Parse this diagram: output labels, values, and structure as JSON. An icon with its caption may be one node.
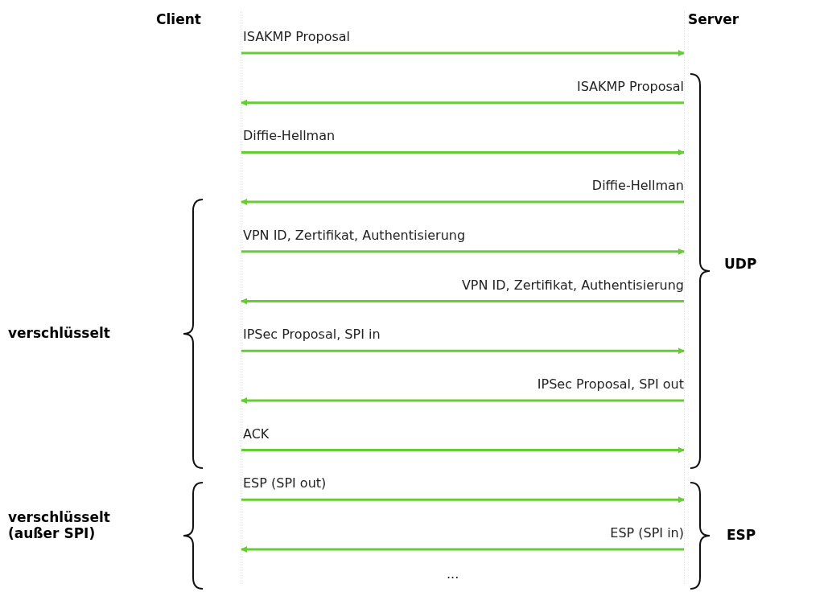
{
  "diagram": {
    "nodes": [
      {
        "text": [
          "Client"
        ]
      },
      {
        "text": [
          "Server"
        ]
      }
    ],
    "edges": [
      {
        "from": 0,
        "to": 1,
        "arrow": "to",
        "label": "ISAKMP Proposal"
      },
      {
        "from": 1,
        "to": 0,
        "arrow": "to",
        "label": "ISAKMP Proposal"
      },
      {
        "from": 0,
        "to": 1,
        "arrow": "to",
        "label": "Diffie-Hellman"
      },
      {
        "from": 1,
        "to": 0,
        "arrow": "to",
        "label": "Diffie-Hellman"
      },
      {
        "from": 0,
        "to": 1,
        "arrow": "to",
        "label": "VPN ID, Zertifikat, Authentisierung"
      },
      {
        "from": 1,
        "to": 0,
        "arrow": "to",
        "label": "VPN ID, Zertifikat, Authentisierung"
      },
      {
        "from": 0,
        "to": 1,
        "arrow": "to",
        "label": "IPSec Proposal, SPI in"
      },
      {
        "from": 1,
        "to": 0,
        "arrow": "to",
        "label": "IPSec Proposal, SPI out"
      },
      {
        "from": 0,
        "to": 1,
        "arrow": "to",
        "label": "ACK"
      },
      {
        "from": 0,
        "to": 1,
        "arrow": "to",
        "label": "ESP (SPI out)"
      },
      {
        "from": 1,
        "to": 0,
        "arrow": "to",
        "label": "ESP (SPI in)"
      }
    ],
    "labels": [
      "UDP",
      "verschlüsselt",
      "verschlüsselt (außer SPI)",
      "ESP",
      "..."
    ]
  }
}
